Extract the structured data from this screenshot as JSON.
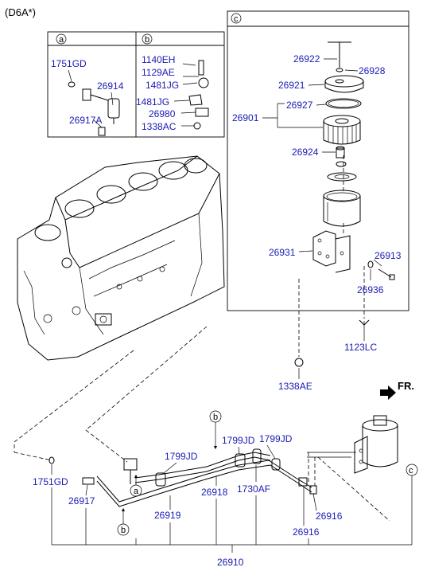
{
  "header": {
    "engine": "(D6A*)",
    "front_label": "FR."
  },
  "callouts": {
    "a": "a",
    "b": "b",
    "c": "c"
  },
  "box_a": {
    "parts": [
      "1751GD",
      "26914",
      "26917A"
    ]
  },
  "box_b": {
    "parts": [
      "1140EH",
      "1129AE",
      "1481JG",
      "1481JG",
      "26980",
      "1338AC"
    ]
  },
  "box_c": {
    "parts": [
      "26922",
      "26928",
      "26921",
      "26927",
      "26901",
      "26924",
      "26931",
      "26913",
      "26936"
    ]
  },
  "outside": {
    "parts": [
      "1123LC",
      "1338AE"
    ]
  },
  "lower": {
    "parts": [
      "1751GD",
      "26917",
      "1799JD",
      "1799JD",
      "1799JD",
      "26919",
      "26918",
      "1730AF",
      "26916",
      "26916",
      "26910"
    ]
  }
}
